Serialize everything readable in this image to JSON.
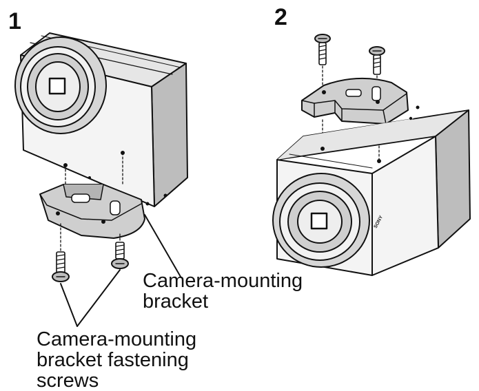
{
  "steps": [
    {
      "number": "1"
    },
    {
      "number": "2"
    }
  ],
  "callouts": {
    "bracket_line1": "Camera-mounting",
    "bracket_line2": "bracket",
    "screws_line1": "Camera-mounting",
    "screws_line2": "bracket fastening",
    "screws_line3": "screws"
  },
  "camera_brand_mark": "SONY",
  "colors": {
    "ink": "#111111",
    "paper": "#ffffff",
    "shade_light": "#e6e6e6",
    "shade_mid": "#bdbdbd",
    "shade_dark": "#8c8c8c"
  }
}
